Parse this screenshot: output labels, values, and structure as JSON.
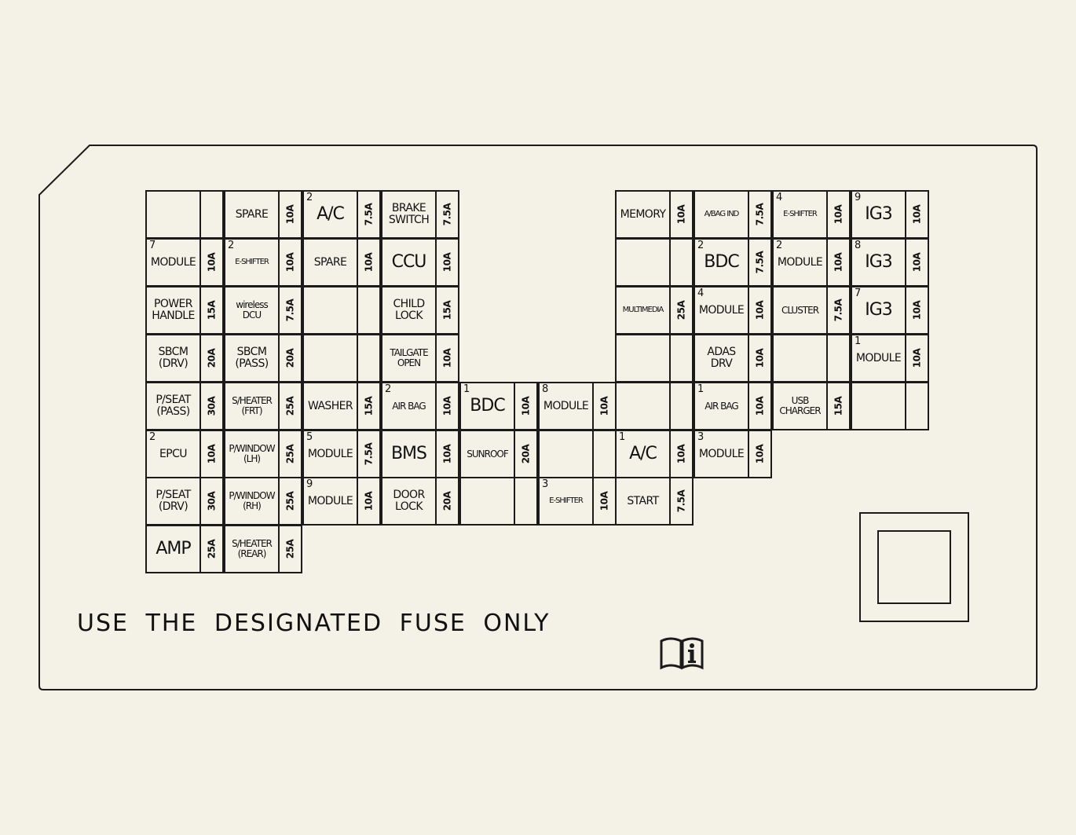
{
  "notice": "USE THE DESIGNATED FUSE ONLY",
  "colors": {
    "background": "#f4f1e7",
    "line": "#1b1b1b"
  },
  "icons": [
    "manual-info-icon"
  ],
  "fuses": [
    {
      "id": "f-r0-c0",
      "label": "",
      "num": "",
      "amp": ""
    },
    {
      "id": "f-r0-c1",
      "label": "SPARE",
      "num": "",
      "amp": "10A"
    },
    {
      "id": "f-r0-c2",
      "label": "A/C",
      "num": "2",
      "amp": "7.5A"
    },
    {
      "id": "f-r0-c3",
      "label": "BRAKE\nSWITCH",
      "num": "",
      "amp": "7.5A"
    },
    {
      "id": "f-r0-c6",
      "label": "MEMORY",
      "num": "",
      "amp": "10A"
    },
    {
      "id": "f-r0-c7",
      "label": "A/BAG IND",
      "num": "",
      "amp": "7.5A"
    },
    {
      "id": "f-r0-c8",
      "label": "E-SHIFTER",
      "num": "4",
      "amp": "10A"
    },
    {
      "id": "f-r0-c9",
      "label": "IG3",
      "num": "9",
      "amp": "10A"
    },
    {
      "id": "f-r1-c0",
      "label": "MODULE",
      "num": "7",
      "amp": "10A"
    },
    {
      "id": "f-r1-c1",
      "label": "E-SHIFTER",
      "num": "2",
      "amp": "10A"
    },
    {
      "id": "f-r1-c2",
      "label": "SPARE",
      "num": "",
      "amp": "10A"
    },
    {
      "id": "f-r1-c3",
      "label": "CCU",
      "num": "",
      "amp": "10A"
    },
    {
      "id": "f-r1-c6",
      "label": "",
      "num": "",
      "amp": ""
    },
    {
      "id": "f-r1-c7",
      "label": "BDC",
      "num": "2",
      "amp": "7.5A"
    },
    {
      "id": "f-r1-c8",
      "label": "MODULE",
      "num": "2",
      "amp": "10A"
    },
    {
      "id": "f-r1-c9",
      "label": "IG3",
      "num": "8",
      "amp": "10A"
    },
    {
      "id": "f-r2-c0",
      "label": "POWER\nHANDLE",
      "num": "",
      "amp": "15A"
    },
    {
      "id": "f-r2-c1",
      "label": "wireless\nDCU",
      "num": "",
      "amp": "7.5A"
    },
    {
      "id": "f-r2-c2",
      "label": "",
      "num": "",
      "amp": ""
    },
    {
      "id": "f-r2-c3",
      "label": "CHILD\nLOCK",
      "num": "",
      "amp": "15A"
    },
    {
      "id": "f-r2-c6",
      "label": "MULTIMEDIA",
      "num": "",
      "amp": "25A"
    },
    {
      "id": "f-r2-c7",
      "label": "MODULE",
      "num": "4",
      "amp": "10A"
    },
    {
      "id": "f-r2-c8",
      "label": "CLUSTER",
      "num": "",
      "amp": "7.5A"
    },
    {
      "id": "f-r2-c9",
      "label": "IG3",
      "num": "7",
      "amp": "10A"
    },
    {
      "id": "f-r3-c0",
      "label": "SBCM\n(DRV)",
      "num": "",
      "amp": "20A"
    },
    {
      "id": "f-r3-c1",
      "label": "SBCM\n(PASS)",
      "num": "",
      "amp": "20A"
    },
    {
      "id": "f-r3-c2",
      "label": "",
      "num": "",
      "amp": ""
    },
    {
      "id": "f-r3-c3",
      "label": "TAILGATE\nOPEN",
      "num": "",
      "amp": "10A"
    },
    {
      "id": "f-r3-c6",
      "label": "",
      "num": "",
      "amp": ""
    },
    {
      "id": "f-r3-c7",
      "label": "ADAS\nDRV",
      "num": "",
      "amp": "10A"
    },
    {
      "id": "f-r3-c8",
      "label": "",
      "num": "",
      "amp": ""
    },
    {
      "id": "f-r3-c9",
      "label": "MODULE",
      "num": "1",
      "amp": "10A"
    },
    {
      "id": "f-r4-c0",
      "label": "P/SEAT\n(PASS)",
      "num": "",
      "amp": "30A"
    },
    {
      "id": "f-r4-c1",
      "label": "S/HEATER\n(FRT)",
      "num": "",
      "amp": "25A"
    },
    {
      "id": "f-r4-c2",
      "label": "WASHER",
      "num": "",
      "amp": "15A"
    },
    {
      "id": "f-r4-c3",
      "label": "AIR BAG",
      "num": "2",
      "amp": "10A"
    },
    {
      "id": "f-r4-c4",
      "label": "BDC",
      "num": "1",
      "amp": "10A"
    },
    {
      "id": "f-r4-c5",
      "label": "MODULE",
      "num": "8",
      "amp": "10A"
    },
    {
      "id": "f-r4-c6",
      "label": "",
      "num": "",
      "amp": ""
    },
    {
      "id": "f-r4-c7",
      "label": "AIR BAG",
      "num": "1",
      "amp": "10A"
    },
    {
      "id": "f-r4-c8",
      "label": "USB\nCHARGER",
      "num": "",
      "amp": "15A"
    },
    {
      "id": "f-r4-c9",
      "label": "",
      "num": "",
      "amp": ""
    },
    {
      "id": "f-r5-c0",
      "label": "EPCU",
      "num": "2",
      "amp": "10A"
    },
    {
      "id": "f-r5-c1",
      "label": "P/WINDOW\n(LH)",
      "num": "",
      "amp": "25A"
    },
    {
      "id": "f-r5-c2",
      "label": "MODULE",
      "num": "5",
      "amp": "7.5A"
    },
    {
      "id": "f-r5-c3",
      "label": "BMS",
      "num": "",
      "amp": "10A"
    },
    {
      "id": "f-r5-c4",
      "label": "SUNROOF",
      "num": "",
      "amp": "20A"
    },
    {
      "id": "f-r5-c5",
      "label": "",
      "num": "",
      "amp": ""
    },
    {
      "id": "f-r5-c6",
      "label": "A/C",
      "num": "1",
      "amp": "10A"
    },
    {
      "id": "f-r5-c7",
      "label": "MODULE",
      "num": "3",
      "amp": "10A"
    },
    {
      "id": "f-r6-c0",
      "label": "P/SEAT\n(DRV)",
      "num": "",
      "amp": "30A"
    },
    {
      "id": "f-r6-c1",
      "label": "P/WINDOW\n(RH)",
      "num": "",
      "amp": "25A"
    },
    {
      "id": "f-r6-c2",
      "label": "MODULE",
      "num": "9",
      "amp": "10A"
    },
    {
      "id": "f-r6-c3",
      "label": "DOOR\nLOCK",
      "num": "",
      "amp": "20A"
    },
    {
      "id": "f-r6-c4",
      "label": "",
      "num": "",
      "amp": ""
    },
    {
      "id": "f-r6-c5",
      "label": "E-SHIFTER",
      "num": "3",
      "amp": "10A"
    },
    {
      "id": "f-r6-c6",
      "label": "START",
      "num": "",
      "amp": "7.5A"
    },
    {
      "id": "f-r7-c0",
      "label": "AMP",
      "num": "",
      "amp": "25A"
    },
    {
      "id": "f-r7-c1",
      "label": "S/HEATER\n(REAR)",
      "num": "",
      "amp": "25A"
    }
  ]
}
